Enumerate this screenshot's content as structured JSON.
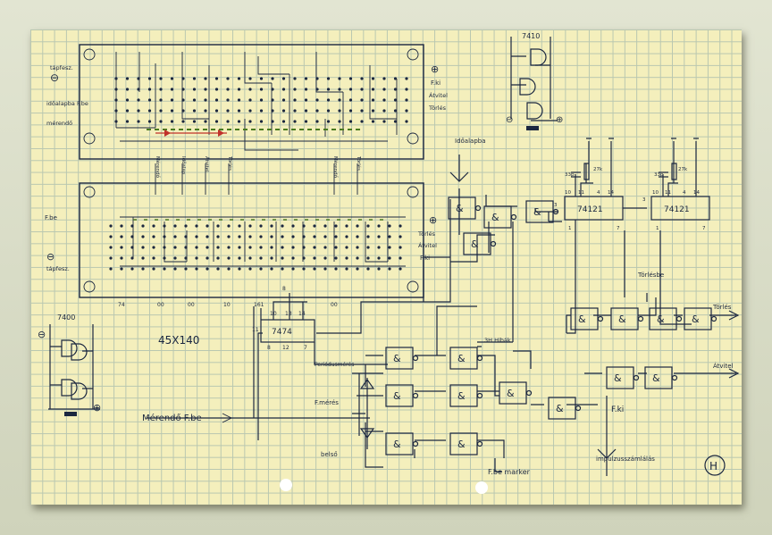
{
  "diagram": {
    "top_board": {
      "left_labels": [
        "tápfesz.",
        "időalapba F.be",
        "mérendő"
      ],
      "right_labels": [
        "F.ki",
        "Átvitel",
        "Törlés"
      ],
      "bottom_labels": [
        "Mérendő",
        "Időalap",
        "Átvitel",
        "Törlés",
        "Mérendő",
        "Törlés"
      ]
    },
    "bottom_board": {
      "left_labels": [
        "F.be",
        "tápfesz."
      ],
      "right_labels": [
        "Törlés",
        "Átvitel",
        "F.ki"
      ],
      "bottom_numbers": [
        "74",
        "00",
        "00",
        "10",
        "161",
        "00"
      ]
    },
    "dimensions": "45X140",
    "ic_7400_left": "7400",
    "ic_7410": "7410",
    "ic_7474": "7474",
    "ic_7474_pins": [
      "11",
      "10",
      "13",
      "14",
      "8",
      "12",
      "7"
    ],
    "ic_74121_a": "74121",
    "ic_74121_b": "74121",
    "ic_74121_pins_a": [
      "10",
      "11",
      "3",
      "14",
      "4",
      "1",
      "7"
    ],
    "ic_74121_pins_b": [
      "10",
      "11",
      "3",
      "14",
      "4",
      "1",
      "7"
    ],
    "rc_labels": [
      "33p",
      "27k",
      "33p",
      "27k"
    ],
    "labels": {
      "idoalapba": "Időalapba",
      "torlesbe": "Törlésbe",
      "torles_out": "Törlés",
      "atvitel_out": "Átvitel",
      "period_meres": "Periódusmérés",
      "f_meres": "F.mérés",
      "belso": "belső",
      "merendo_fbe": "Mérendő F.be",
      "fki": "F.ki",
      "impulzus": "impulzusszámlálás",
      "fbe_marker": "F.be marker",
      "hibak": "3H Hibák",
      "and_symbol": "&",
      "minus": "⊖",
      "plus": "⊕",
      "monogram": "H"
    }
  }
}
